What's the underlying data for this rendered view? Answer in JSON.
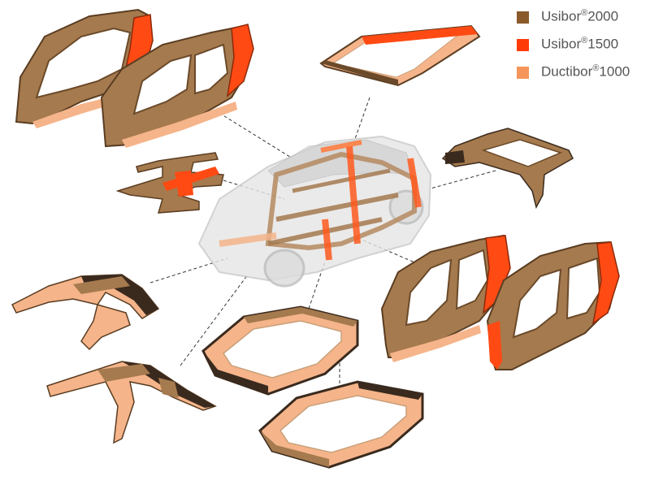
{
  "legend": {
    "items": [
      {
        "name": "Usibor",
        "mark": "®",
        "grade": "2000",
        "color": "#8a5a2b"
      },
      {
        "name": "Usibor",
        "mark": "®",
        "grade": "1500",
        "color": "#ff3b0a"
      },
      {
        "name": "Ductibor",
        "mark": "®",
        "grade": "1000",
        "color": "#f5955a"
      }
    ]
  },
  "colors": {
    "usibor2000": "#9a6a3c",
    "usibor1500": "#ff4a14",
    "ductibor1000": "#f5b48a",
    "shadow": "#3a2a1e",
    "leader": "#333333",
    "car_ghost": "#d8d8d8"
  }
}
